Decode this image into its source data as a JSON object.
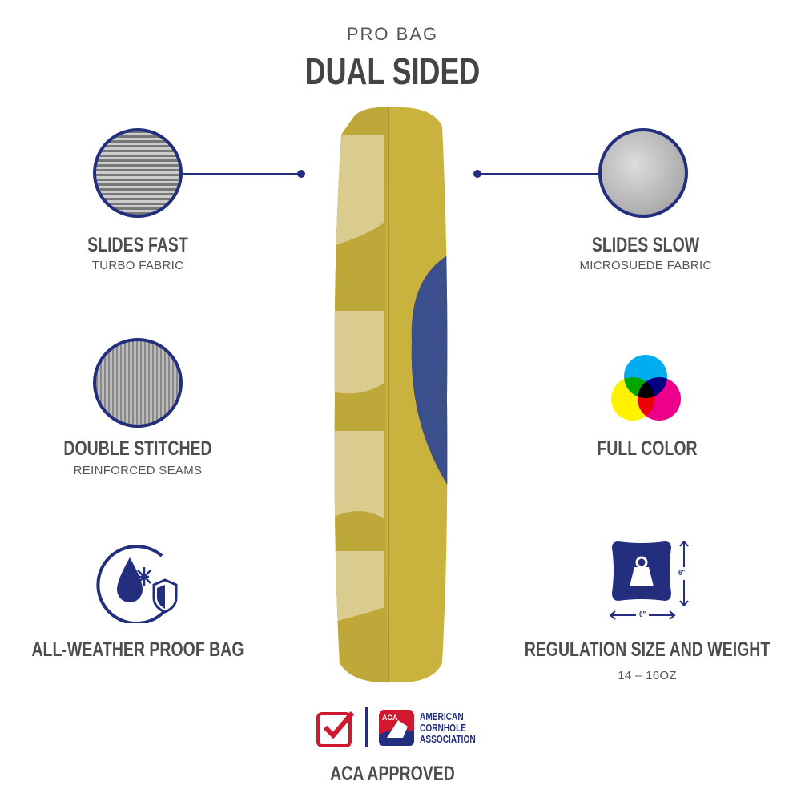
{
  "header": {
    "kicker": "PRO BAG",
    "title": "DUAL SIDED"
  },
  "features_left": [
    {
      "title": "SLIDES FAST",
      "subtitle": "TURBO FABRIC",
      "icon": "turbo-fabric-texture"
    },
    {
      "title": "DOUBLE STITCHED",
      "subtitle": "REINFORCED SEAMS",
      "icon": "stitched-seam-texture"
    },
    {
      "title": "ALL-WEATHER PROOF BAG",
      "icon": "water-snow-shield-icon"
    }
  ],
  "features_right": [
    {
      "title": "SLIDES SLOW",
      "subtitle": "MICROSUEDE FABRIC",
      "icon": "microsuede-texture"
    },
    {
      "title": "FULL COLOR",
      "icon": "cmy-color-wheel-icon"
    },
    {
      "title": "REGULATION SIZE AND WEIGHT",
      "subtitle": "14 – 16OZ",
      "icon": "weight-icon",
      "width_label": "6\"",
      "height_label": "6\""
    }
  ],
  "footer": {
    "badge_text": "ACA APPROVED",
    "logo_lines": [
      "AMERICAN",
      "CORNHOLE",
      "ASSOCIATION"
    ],
    "logo_badge": "ACA"
  },
  "colors": {
    "navy": "#232f7e",
    "red": "#d0182f",
    "bag": "#c9b23e"
  }
}
